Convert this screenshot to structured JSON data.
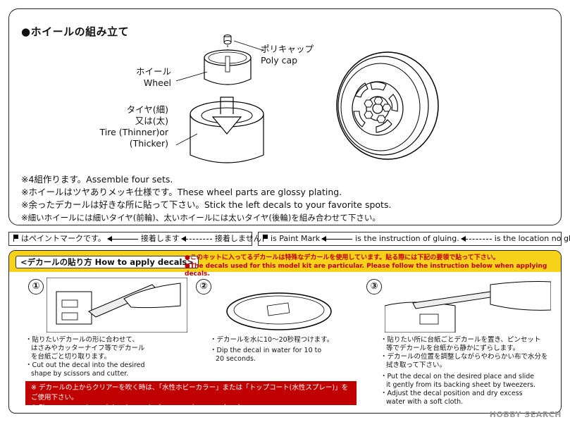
{
  "assembly": {
    "title": "●ホイールの組み立て",
    "polycap_jp": "ポリキャップ",
    "polycap_en": "Poly cap",
    "wheel_jp": "ホイール",
    "wheel_en": "Wheel",
    "tire_jp1": "タイヤ(細)",
    "tire_jp2": "又は(太)",
    "tire_en1": "Tire (Thinner)or",
    "tire_en2": "(Thicker)",
    "notes": [
      "※4組作ります。Assemble four sets.",
      "※ホイールはツヤありメッキ仕様です。These wheel parts are glossy plating.",
      "※余ったデカールは好きな所に貼って下さい。Stick the left decals to your favorite spots.",
      "※細いホイールには細いタイヤ(前輪)、太いホイールには太いタイヤ(後輪)を組み合わせて下さい。"
    ]
  },
  "legend_jp": {
    "paint": "はペイントマークです。",
    "glue": "接着します",
    "noglue": "接着しません"
  },
  "legend_en": {
    "paint": "is Paint Mark",
    "glue": "is the instruction of gluing.",
    "noglue": "is the location no gluing."
  },
  "decals": {
    "header": "<デカールの貼り方 How to apply decals>",
    "note_jp": "●このキットに入ってるデカールは特殊なデカールを使用しています。貼る際には下記の要領で貼って下さい。",
    "note_en": "●The decals used for this model kit are particular. Please follow the instruction below when applying decals.",
    "steps": [
      {
        "num": "①",
        "jp1": "・貼りたいデカールの形に合わせて、",
        "jp2": "はさみやカッターナイフ等でデカール",
        "jp3": "を台紙ごと切り取ります。",
        "en1": "・Cut out the decal into the desired",
        "en2": "shape by scissors and cutter."
      },
      {
        "num": "②",
        "jp1": "・デカールを水に10～20秒程つけます。",
        "en1": "・Dip the decal in water for 10 to",
        "en2": "20 seconds."
      },
      {
        "num": "③",
        "jp1": "・貼りたい所に台紙ごとデカールを置き、ピンセット",
        "jp2": "等でデカールを台紙から静かにずらします。",
        "jp3": "・デカールの位置を調整しながらやわらかい布で水分を",
        "jp4": "拭き取って下さい。",
        "en1": "・Put the decal on the desired place and slide",
        "en2": "it gently from its backing sheet by tweezers.",
        "en3": "・Adjust the decal position and dry excess",
        "en4": "water with a soft cloth."
      }
    ],
    "warning_jp": "※ デカールの上からクリアーを吹く時は、「水性ホビーカラー」または「トップコート(水性スプレー)」をご使用下さい。",
    "warning_en": "※ Please use water paint or topcoat when spraying over decals."
  },
  "watermark": "HOBBY SEARCH"
}
